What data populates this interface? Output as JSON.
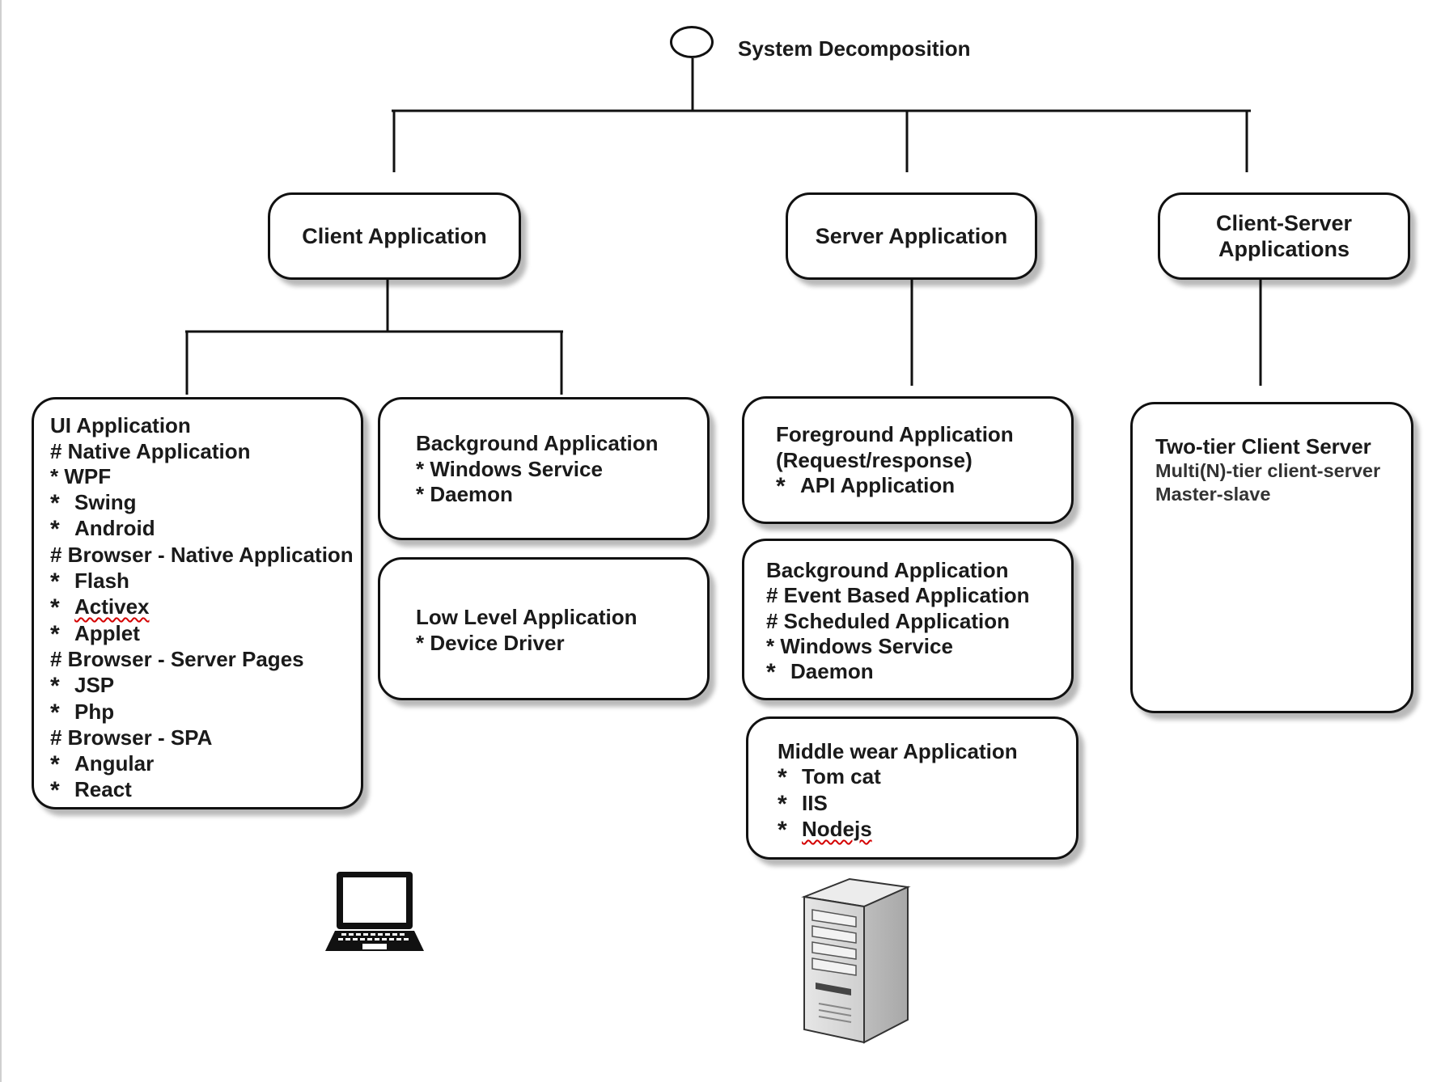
{
  "root": {
    "title": "System Decomposition"
  },
  "categories": {
    "client": {
      "title": "Client Application"
    },
    "server": {
      "title": "Server Application"
    },
    "client_server": {
      "title_line1": "Client-Server",
      "title_line2": "Applications"
    }
  },
  "client_ui": {
    "title": "UI Application",
    "native": "# Native Application",
    "wpf": "* WPF",
    "swing": "Swing",
    "android": "Android",
    "browser_native": "# Browser - Native Application",
    "flash": "Flash",
    "activex": "Activex",
    "applet": "Applet",
    "browser_server_pages": "# Browser - Server Pages",
    "jsp": "JSP",
    "php": "Php",
    "browser_spa": "# Browser - SPA",
    "angular": "Angular",
    "react": "React",
    "star": "*"
  },
  "client_background": {
    "title": "Background Application",
    "item1": "* Windows Service",
    "item2": "* Daemon"
  },
  "client_low_level": {
    "title": "Low Level Application",
    "item1": "* Device Driver"
  },
  "server_foreground": {
    "line1": "Foreground Application",
    "line2": "(Request/response)",
    "item1": "API Application",
    "star": "*"
  },
  "server_background": {
    "title": "Background Application",
    "item1": "# Event Based Application",
    "item2": "# Scheduled Application",
    "item3": "* Windows Service",
    "item4": "Daemon",
    "star": "*"
  },
  "server_middleware": {
    "title": "Middle wear Application",
    "item1": "Tom cat",
    "item2": "IIS",
    "item3": "Nodejs",
    "star": "*"
  },
  "client_server_types": {
    "item1": "Two-tier  Client Server",
    "item2": "Multi(N)-tier client-server",
    "item3": "Master-slave"
  },
  "icons": {
    "client_device": "laptop-icon",
    "server_device": "server-tower-icon"
  },
  "colors": {
    "line": "#111111",
    "spellcheck_underline": "#d40000"
  }
}
